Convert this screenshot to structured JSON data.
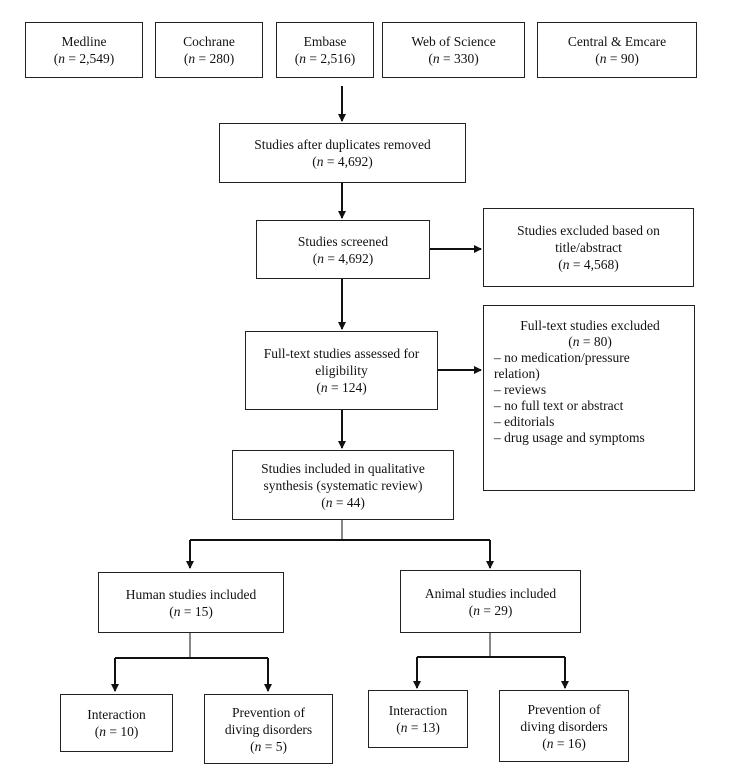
{
  "sources": [
    {
      "name": "Medline",
      "n": "2,549"
    },
    {
      "name": "Cochrane",
      "n": "280"
    },
    {
      "name": "Embase",
      "n": "2,516"
    },
    {
      "name": "Web of Science",
      "n": "330"
    },
    {
      "name": "Central & Emcare",
      "n": "90"
    }
  ],
  "n_symbol": "n",
  "duplicates": {
    "label": "Studies after duplicates removed",
    "n": "4,692"
  },
  "screened": {
    "label": "Studies screened",
    "n": "4,692"
  },
  "excluded_title": {
    "line1": "Studies excluded based on",
    "line2": "title/abstract",
    "n": "4,568"
  },
  "fulltext": {
    "line1": "Full-text studies assessed for",
    "line2": "eligibility",
    "n": "124"
  },
  "fulltext_excluded": {
    "label": "Full-text studies excluded",
    "n": "80",
    "reasons": [
      "– no medication/pressure",
      "relation)",
      "– reviews",
      "– no full text or abstract",
      "– editorials",
      "– drug usage and symptoms"
    ]
  },
  "included": {
    "line1": "Studies included in qualitative",
    "line2": "synthesis (systematic review)",
    "n": "44"
  },
  "human": {
    "label": "Human studies included",
    "n": "15"
  },
  "animal": {
    "label": "Animal studies included",
    "n": "29"
  },
  "human_interaction": {
    "label": "Interaction",
    "n": "10"
  },
  "human_prevention": {
    "line1": "Prevention of",
    "line2": "diving disorders",
    "n": "5"
  },
  "animal_interaction": {
    "label": "Interaction",
    "n": "13"
  },
  "animal_prevention": {
    "line1": "Prevention of",
    "line2": "diving disorders",
    "n": "16"
  }
}
